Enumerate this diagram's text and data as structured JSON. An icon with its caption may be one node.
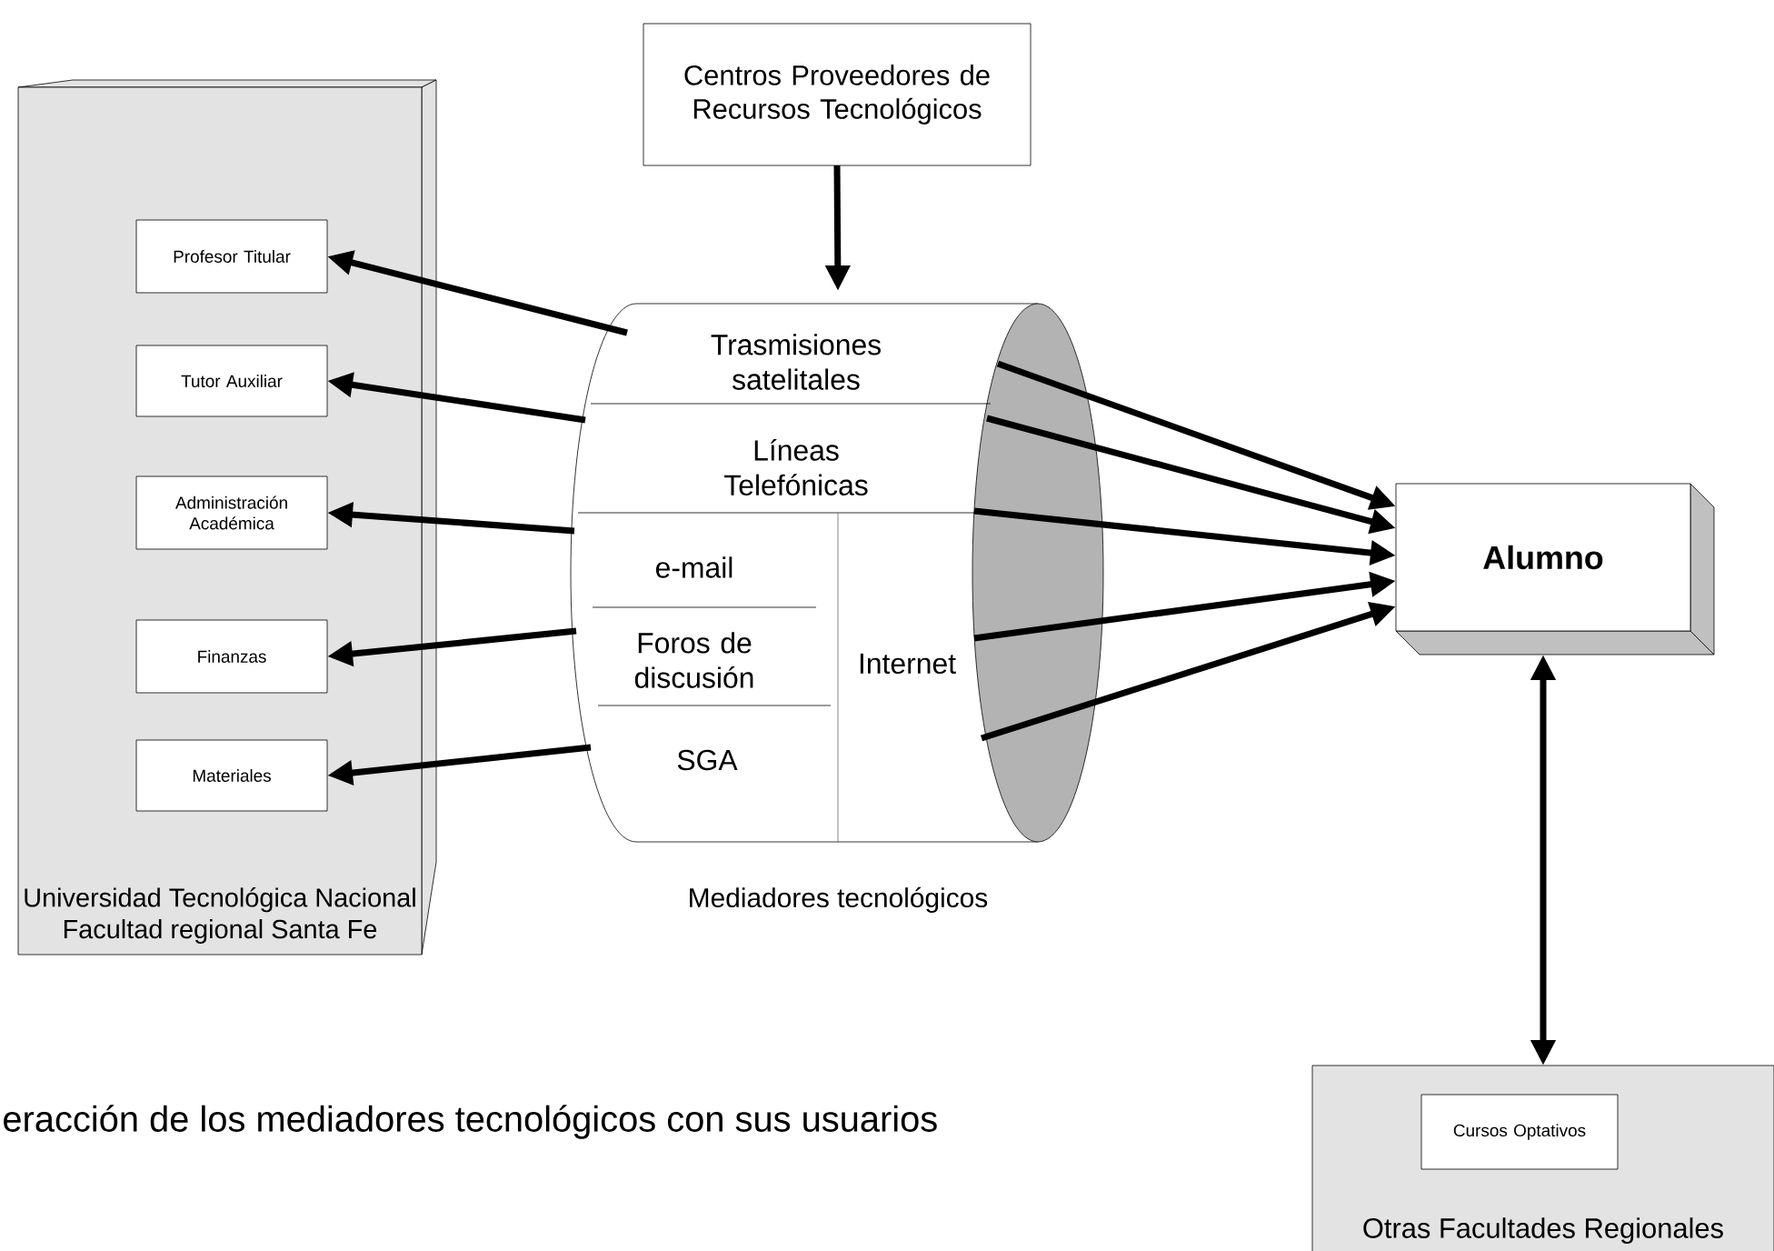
{
  "diagram": {
    "caption": "eracción de los mediadores tecnológicos con sus usuarios",
    "nodes": [
      {
        "text": [
          "Universidad Tecnológica Nacional Facultad regional Santa Fe"
        ]
      },
      {
        "text": [
          "Profesor Titular"
        ],
        "in": 0
      },
      {
        "text": [
          "Tutor Auxiliar"
        ],
        "in": 0
      },
      {
        "text": [
          "Administración Académica"
        ],
        "in": 0
      },
      {
        "text": [
          "Finanzas"
        ],
        "in": 0
      },
      {
        "text": [
          "Materiales"
        ],
        "in": 0
      },
      {
        "text": [
          "Centros Proveedores de Recursos Tecnológicos"
        ]
      },
      {
        "text": [
          "Mediadores tecnológicos"
        ]
      },
      {
        "text": [
          "Trasmisiones satelitales"
        ],
        "in": 7
      },
      {
        "text": [
          "Líneas Telefónicas"
        ],
        "in": 7
      },
      {
        "text": [
          "e-mail"
        ],
        "in": 7
      },
      {
        "text": [
          "Foros de discusión"
        ],
        "in": 7
      },
      {
        "text": [
          "SGA"
        ],
        "in": 7
      },
      {
        "text": [
          "Internet"
        ],
        "in": 7
      },
      {
        "text": [
          "Alumno"
        ]
      },
      {
        "text": [
          "Otras Facultades Regionales"
        ]
      },
      {
        "text": [
          "Cursos Optativos"
        ],
        "in": 15
      }
    ],
    "edges": [
      {
        "from": 6,
        "to": 7,
        "arrow": "to"
      },
      {
        "from": 7,
        "to": 1,
        "arrow": "to"
      },
      {
        "from": 7,
        "to": 2,
        "arrow": "to"
      },
      {
        "from": 7,
        "to": 3,
        "arrow": "to"
      },
      {
        "from": 7,
        "to": 4,
        "arrow": "to"
      },
      {
        "from": 7,
        "to": 5,
        "arrow": "to"
      },
      {
        "from": 7,
        "to": 14,
        "arrow": "to"
      },
      {
        "from": 7,
        "to": 14,
        "arrow": "to"
      },
      {
        "from": 7,
        "to": 14,
        "arrow": "to"
      },
      {
        "from": 7,
        "to": 14,
        "arrow": "to"
      },
      {
        "from": 7,
        "to": 14,
        "arrow": "to"
      },
      {
        "from": 14,
        "to": 15,
        "arrow": "both"
      }
    ]
  }
}
